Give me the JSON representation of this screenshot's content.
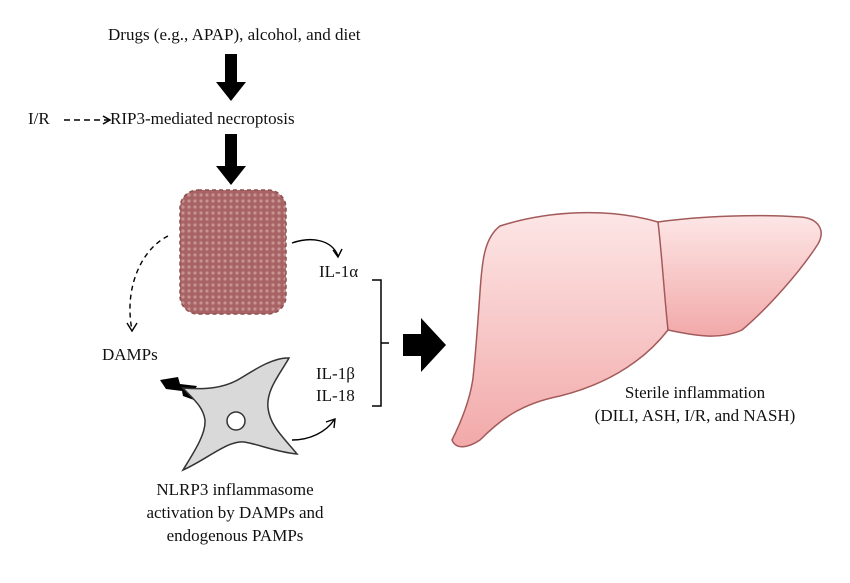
{
  "labels": {
    "triggers": "Drugs (e.g., APAP), alcohol, and diet",
    "ir": "I/R",
    "necroptosis": "RIP3-mediated necroptosis",
    "il1a": "IL-1α",
    "damps": "DAMPs",
    "il1b": "IL-1β",
    "il18": "IL-18",
    "nlrp3_line1": "NLRP3 inflammasome",
    "nlrp3_line2": "activation by DAMPs and",
    "nlrp3_line3": "endogenous PAMPs",
    "sterile_line1": "Sterile inflammation",
    "sterile_line2": "(DILI, ASH, I/R, and NASH)"
  },
  "colors": {
    "arrow": "#000000",
    "necrotic_cell": "#a86464",
    "macrophage": "#d9d9d9",
    "liver_light": "#fde4e4",
    "liver_dark": "#f0a6a6",
    "liver_stroke": "#a35a5a"
  }
}
